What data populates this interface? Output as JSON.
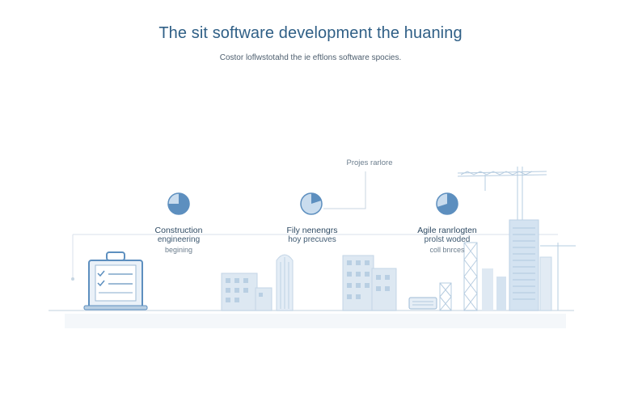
{
  "header": {
    "title": "The sit software development the huaning",
    "subtitle": "Costor loflwstotahd the ie eftlons software spocies."
  },
  "callout": {
    "label": "Projes rarlore"
  },
  "stages": [
    {
      "line1": "Construction",
      "line2": "engineering",
      "line3": "begining",
      "fill_fraction": 0.75
    },
    {
      "line1": "Fily nenengrs",
      "line2": "hoy precuves",
      "line3": "",
      "fill_fraction": 0.2
    },
    {
      "line1": "Agile ranrlogten",
      "line2": "prolst woded",
      "line3": "coll bnrces",
      "fill_fraction": 0.7
    }
  ],
  "colors": {
    "accent": "#5d8fbf",
    "light": "#c9dcee",
    "line": "#d3dee8",
    "title": "#2f5f86"
  },
  "icons": [
    "clipboard-icon",
    "pie-chart-icon",
    "city-building-icon",
    "construction-crane-icon",
    "laptop-icon"
  ]
}
